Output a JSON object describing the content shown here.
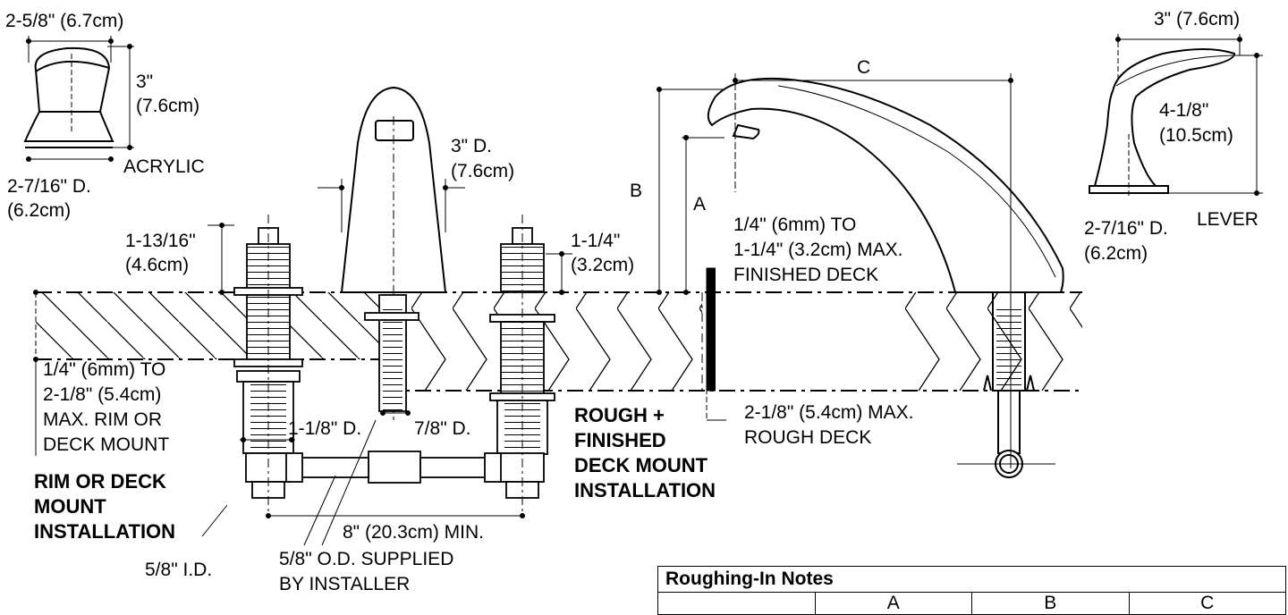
{
  "knob": {
    "width": "2-5/8\" (6.7cm)",
    "height_1": "3\"",
    "height_2": "(7.6cm)",
    "material": "ACRYLIC",
    "base_1": "2-7/16\" D.",
    "base_2": "(6.2cm)"
  },
  "spout_body": {
    "dia_1": "3\" D.",
    "dia_2": "(7.6cm)"
  },
  "valve": {
    "left_1": "1-13/16\"",
    "left_2": "(4.6cm)",
    "right_1": "1-1/4\"",
    "right_2": "(3.2cm)"
  },
  "spout": {
    "c": "C",
    "b": "B",
    "a": "A"
  },
  "finished_deck": {
    "line1": "1/4\" (6mm) TO",
    "line2": "1-1/4\" (3.2cm) MAX.",
    "line3": "FINISHED DECK"
  },
  "rough_deck": {
    "line1": "2-1/8\" (5.4cm) MAX.",
    "line2": "ROUGH DECK"
  },
  "lever": {
    "width": "3\" (7.6cm)",
    "height_1": "4-1/8\"",
    "height_2": "(10.5cm)",
    "base_1": "2-7/16\" D.",
    "base_2": "(6.2cm)",
    "type": "LEVER"
  },
  "rim_mount": {
    "line1": "1/4\" (6mm) TO",
    "line2": "2-1/8\" (5.4cm)",
    "line3": "MAX. RIM OR",
    "line4": "DECK MOUNT",
    "title1": "RIM OR DECK",
    "title2": "MOUNT",
    "title3": "INSTALLATION"
  },
  "piping": {
    "dia_outer": "1-1/8\" D.",
    "dia_inner": "7/8\" D.",
    "spacing": "8\" (20.3cm) MIN.",
    "id_label": "5/8\" I.D.",
    "od_1": "5/8\" O.D. SUPPLIED",
    "od_2": "BY INSTALLER"
  },
  "rough_finished": {
    "line1": "ROUGH +",
    "line2": "FINISHED",
    "line3": "DECK MOUNT",
    "line4": "INSTALLATION"
  },
  "roughing_table": {
    "title": "Roughing-In Notes",
    "columns": [
      "",
      "A",
      "B",
      "C"
    ]
  }
}
